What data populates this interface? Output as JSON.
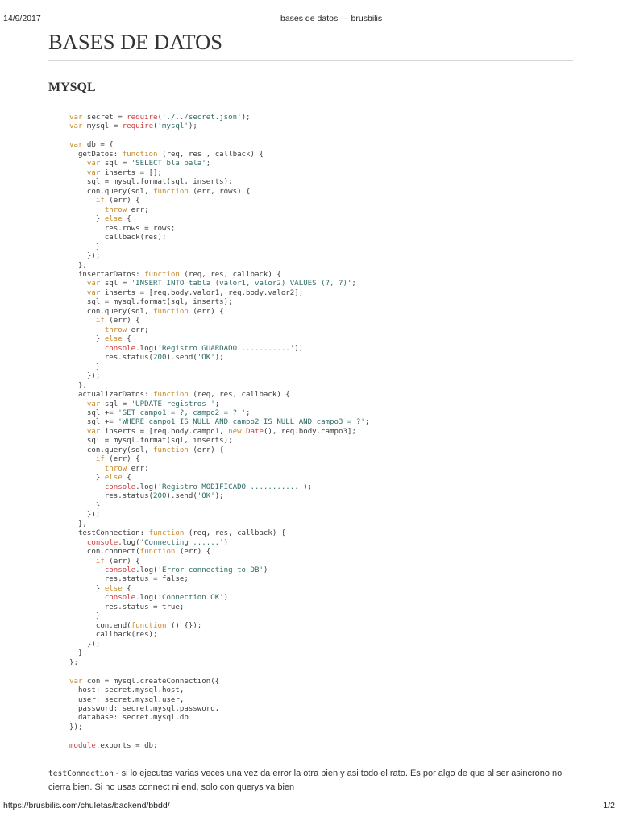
{
  "header": {
    "date": "14/9/2017",
    "title": "bases de datos — brusbilis"
  },
  "article": {
    "title": "BASES DE DATOS",
    "section_title": "MYSQL"
  },
  "code": {
    "lines": [
      "var secret = require('./../secret.json');",
      "var mysql = require('mysql');",
      "",
      "var db = {",
      "  getDatos: function (req, res , callback) {",
      "    var sql = 'SELECT bla bala';",
      "    var inserts = [];",
      "    sql = mysql.format(sql, inserts);",
      "    con.query(sql, function (err, rows) {",
      "      if (err) {",
      "        throw err;",
      "      } else {",
      "        res.rows = rows;",
      "        callback(res);",
      "      }",
      "    });",
      "  },",
      "  insertarDatos: function (req, res, callback) {",
      "    var sql = 'INSERT INTO tabla (valor1, valor2) VALUES (?, ?)';",
      "    var inserts = [req.body.valor1, req.body.valor2];",
      "    sql = mysql.format(sql, inserts);",
      "    con.query(sql, function (err) {",
      "      if (err) {",
      "        throw err;",
      "      } else {",
      "        console.log('Registro GUARDADO ...........');",
      "        res.status(200).send('OK');",
      "      }",
      "    });",
      "  },",
      "  actualizarDatos: function (req, res, callback) {",
      "    var sql = 'UPDATE registros ';",
      "    sql += 'SET campo1 = ?, campo2 = ? ';",
      "    sql += 'WHERE campo1 IS NULL AND campo2 IS NULL AND campo3 = ?';",
      "    var inserts = [req.body.campo1, new Date(), req.body.campo3];",
      "    sql = mysql.format(sql, inserts);",
      "    con.query(sql, function (err) {",
      "      if (err) {",
      "        throw err;",
      "      } else {",
      "        console.log('Registro MODIFICADO ...........');",
      "        res.status(200).send('OK');",
      "      }",
      "    });",
      "  },",
      "  testConnection: function (req, res, callback) {",
      "    console.log('Connecting ......')",
      "    con.connect(function (err) {",
      "      if (err) {",
      "        console.log('Error connecting to DB')",
      "        res.status = false;",
      "      } else {",
      "        console.log('Connection OK')",
      "        res.status = true;",
      "      }",
      "      con.end(function () {});",
      "      callback(res);",
      "    });",
      "  }",
      "};",
      "",
      "var con = mysql.createConnection({",
      "  host: secret.mysql.host,",
      "  user: secret.mysql.user,",
      "  password: secret.mysql.password,",
      "  database: secret.mysql.db",
      "});",
      "",
      "module.exports = db;"
    ]
  },
  "note": {
    "code_term": "testConnection",
    "text": " - si lo ejecutas varias veces una vez da error la otra bien y asi todo el rato. Es por algo de que al ser asincrono no cierra bien. Si no usas connect ni end, solo con querys va bien"
  },
  "footer": {
    "url": "https://brusbilis.com/chuletas/backend/bbdd/",
    "page_number": "1/2"
  },
  "colors": {
    "keyword": "#c8892a",
    "builtin": "#d0393b",
    "string": "#2f6b66",
    "number": "#2f6b66",
    "code_text": "#3a3a3a",
    "heading": "#333333",
    "rule": "#d6d6d6"
  }
}
